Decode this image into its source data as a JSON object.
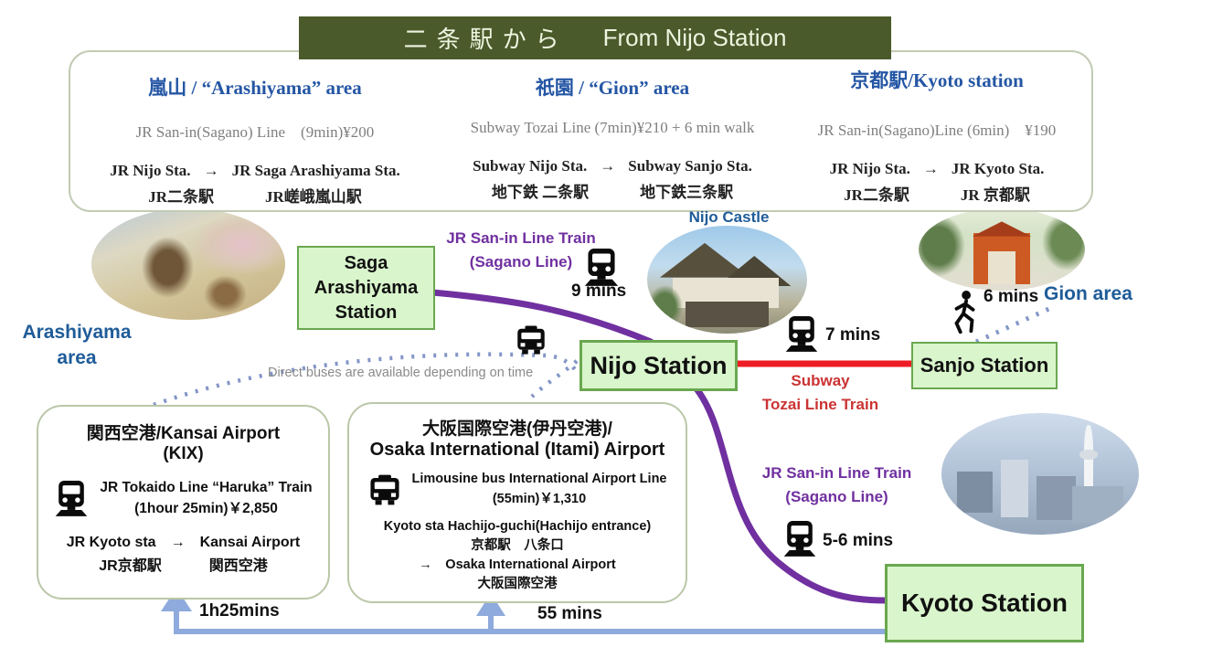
{
  "title": {
    "jp": "二条駅から",
    "en": "From Nijo Station"
  },
  "panel": {
    "columns": [
      {
        "header": "嵐山 / “Arashiyama” area",
        "line": "JR San-in(Sagano) Line　(9min)¥200",
        "from_en": "JR Nijo Sta.",
        "arrow": "→",
        "to_en": "JR Saga Arashiyama Sta.",
        "from_jp": "JR二条駅",
        "to_jp": "JR嵯峨嵐山駅"
      },
      {
        "header": "祇園 / “Gion” area",
        "line": "Subway Tozai Line (7min)¥210 + 6 min walk",
        "from_en": "Subway Nijo Sta.",
        "arrow": "→",
        "to_en": "Subway Sanjo Sta.",
        "from_jp": "地下鉄 二条駅",
        "to_jp": "地下鉄三条駅"
      },
      {
        "header": "京都駅/Kyoto station",
        "line": "JR San-in(Sagano)Line (6min)　¥190",
        "from_en": "JR Nijo Sta.",
        "arrow": "→",
        "to_en": "JR Kyoto Sta.",
        "from_jp": "JR二条駅",
        "to_jp": "JR 京都駅"
      }
    ]
  },
  "map": {
    "arashiyama_label_1": "Arashiyama",
    "arashiyama_label_2": "area",
    "saga_station_1": "Saga",
    "saga_station_2": "Arashiyama",
    "saga_station_3": "Station",
    "sagano_top_1": "JR San-in Line Train",
    "sagano_top_2": "(Sagano Line)",
    "time_saga": "9 mins",
    "nijo_castle": "Nijo Castle",
    "nijo_station": "Nijo Station",
    "time_sanjo": "7 mins",
    "subway_1": "Subway",
    "subway_2": "Tozai Line Train",
    "sanjo_station": "Sanjo Station",
    "walk_time": "6 mins",
    "gion_label": "Gion area",
    "direct_bus_note": "Direct buses are available depending on time",
    "sagano_bottom_1": "JR San-in Line Train",
    "sagano_bottom_2": "(Sagano Line)",
    "time_kyoto": "5-6 mins",
    "kyoto_station": "Kyoto Station",
    "time_kansai": "1h25mins",
    "time_itami": "55 mins"
  },
  "kansai": {
    "title_1": "関西空港/Kansai Airport",
    "title_2": "(KIX)",
    "transit_1": "JR Tokaido Line “Haruka” Train",
    "transit_2": "(1hour 25min)￥2,850",
    "from_en": "JR Kyoto sta",
    "arrow": "→",
    "to_en": "Kansai  Airport",
    "from_jp": "JR京都駅",
    "to_jp": "関西空港"
  },
  "itami": {
    "title_jp": "大阪国際空港(伊丹空港)/",
    "title_en": "Osaka International (Itami) Airport",
    "transit_1": "Limousine bus International Airport Line",
    "transit_2": "(55min)￥1,310",
    "route_1": "Kyoto sta Hachijo-guchi(Hachijo entrance)",
    "route_2": "京都駅　八条口",
    "route_3": "→　Osaka International Airport",
    "route_4": "大阪国際空港"
  },
  "icons": {
    "train": "train-front",
    "bus": "bus-front",
    "walk": "walking-person"
  },
  "colors": {
    "banner_green": "#4a5a2b",
    "header_blue": "#2456a4",
    "label_blue": "#1f5c99",
    "muted_gray": "#7f7f7f",
    "line_purple": "#7030a0",
    "line_red": "#ee1c25",
    "text_red": "#cb3333",
    "line_blue": "#8faadc",
    "dot_blue": "#8496c8",
    "station_box_fill": "#d9f5cc",
    "station_box_border": "#6aa84f"
  }
}
